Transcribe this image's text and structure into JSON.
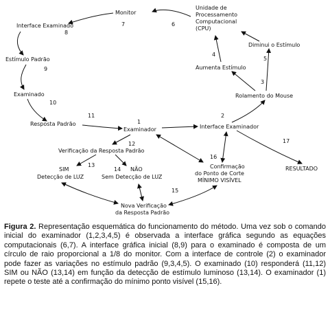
{
  "diagram": {
    "nodes": {
      "monitor": "Monitor",
      "interface_examinado": "Interface Examinado",
      "cpu_1": "Unidade de",
      "cpu_2": "Processamento",
      "cpu_3": "Computacional",
      "cpu_4": "(CPU)",
      "estimulo_padrao": "Estímulo Padrão",
      "diminui_estimulo": "Diminui o Estímulo",
      "aumenta_estimulo": "Aumenta Estímulo",
      "examinado": "Examinado",
      "rolamento_mouse": "Rolamento do Mouse",
      "resposta_padrao": "Resposta Padrão",
      "examinador": "Examinador",
      "interface_examinador": "Interface Examinador",
      "verificacao": "Verificação da Resposta Padrão",
      "sim_1": "SIM",
      "sim_2": "Detecção de LUZ",
      "nao_1": "NÃO",
      "nao_2": "Sem Detecção de LUZ",
      "confirmacao_1": "Confirmação",
      "confirmacao_2": "do Ponto de Corte",
      "confirmacao_3": "MÍNIMO VISÍVEL",
      "resultado": "RESULTADO",
      "nova_verificacao_1": "Nova Verificação",
      "nova_verificacao_2": "da Resposta Padrão"
    },
    "numbers": {
      "n1": "1",
      "n2": "2",
      "n3": "3",
      "n4": "4",
      "n5": "5",
      "n6": "6",
      "n7": "7",
      "n8": "8",
      "n9": "9",
      "n10": "10",
      "n11": "11",
      "n12": "12",
      "n13": "13",
      "n14": "14",
      "n15": "15",
      "n16": "16",
      "n17": "17"
    }
  },
  "caption": {
    "label": "Figura 2.",
    "text": "Representação esquemática do funcionamento do método. Uma vez sob o comando inicial do examinador (1,2,3,4,5) é observada a interface gráfica segundo as equações computacionais (6,7). A interface gráfica inicial (8,9) para o examinado é composta de um círculo de raio proporcional a 1/8 do monitor. Com a interface de controle (2) o examinador pode fazer as variações no estímulo padrão (9,3,4,5). O examinado (10) responderá (11,12) SIM ou NÃO (13,14) em função da detecção de estímulo luminoso (13,14). O examinador (1) repete o teste até a confirmação do mínimo ponto visível (15,16)."
  }
}
